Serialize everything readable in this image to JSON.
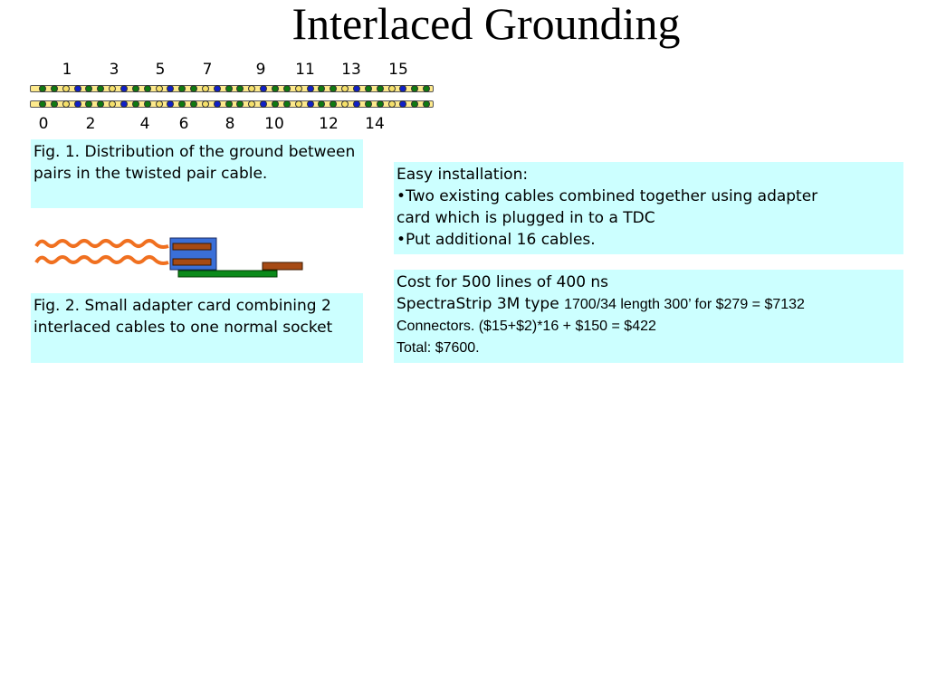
{
  "slide": {
    "title": "Interlaced Grounding"
  },
  "fig1": {
    "top_numbers": [
      "1",
      "3",
      "5",
      "7",
      "9",
      "11",
      "13",
      "15"
    ],
    "bottom_numbers": [
      "0",
      "2",
      "4",
      "6",
      "8",
      "10",
      "12",
      "14"
    ],
    "colors": {
      "strip": "#fde98c",
      "green": "#0f7a10",
      "blue": "#1020c8",
      "yellow": "#f5e06a"
    },
    "caption": "Fig. 1. Distribution of the ground between pairs in the twisted pair cable."
  },
  "fig2": {
    "colors": {
      "wire": "#f07020",
      "connector": "#3a6fd8",
      "slot": "#a64a14",
      "board": "#0b8a1a"
    },
    "caption": "Fig. 2. Small adapter card combining 2 interlaced cables to one normal socket"
  },
  "installation": {
    "heading": "Easy installation:",
    "bullet1_line1": "•Two existing cables combined together using adapter",
    "bullet1_line2": "card which is plugged in to a TDC",
    "bullet2": "•Put additional 16 cables."
  },
  "cost": {
    "line1": "Cost for 500 lines of 400 ns",
    "line2a": "SpectraStrip 3M type ",
    "line2b": "1700/34 length 300’ for $279 = $7132",
    "line3": "Connectors. ($15+$2)*16 + $150 = $422",
    "line4": "Total: $7600."
  }
}
